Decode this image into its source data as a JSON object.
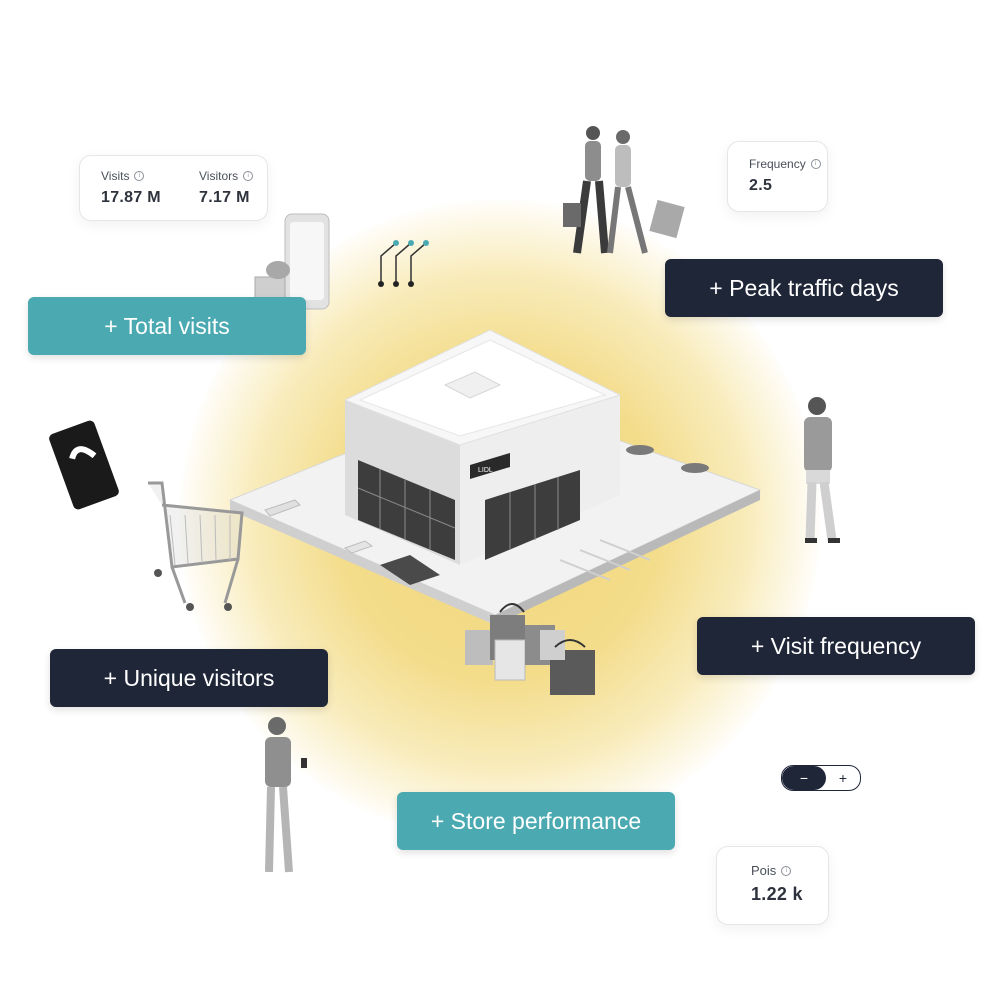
{
  "stats": {
    "visits": {
      "label": "Visits",
      "value": "17.87 M"
    },
    "visitors": {
      "label": "Visitors",
      "value": "7.17 M"
    },
    "frequency": {
      "label": "Frequency",
      "value": "2.5"
    },
    "pois": {
      "label": "Pois",
      "value": "1.22 k"
    }
  },
  "buttons": {
    "total_visits": "+ Total visits",
    "peak_traffic_days": "+ Peak traffic days",
    "visit_frequency": "+ Visit frequency",
    "unique_visitors": "+ Unique visitors",
    "store_performance": "+ Store performance"
  },
  "stepper": {
    "minus": "−",
    "plus": "+"
  },
  "store": {
    "sign": "LIDL"
  },
  "colors": {
    "teal": "#4aa9b1",
    "navy": "#1f2638",
    "glow": "#f2d77e"
  }
}
